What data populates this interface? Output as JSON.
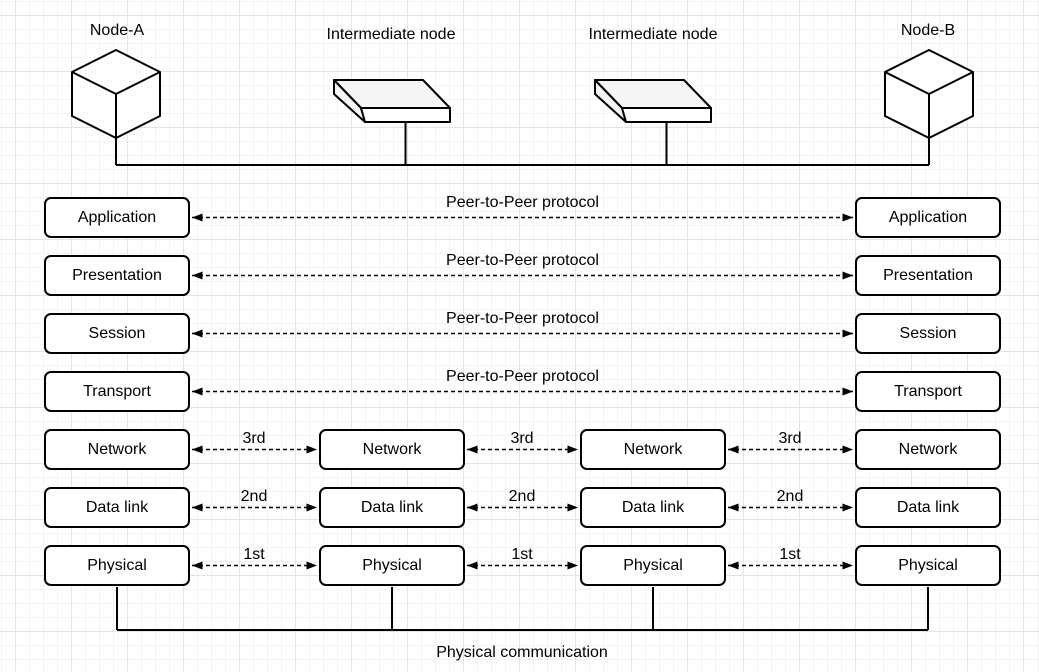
{
  "nodes": {
    "node_a": "Node-A",
    "intermediate_1": "Intermediate node",
    "intermediate_2": "Intermediate node",
    "node_b": "Node-B"
  },
  "layers": {
    "application": "Application",
    "presentation": "Presentation",
    "session": "Session",
    "transport": "Transport",
    "network": "Network",
    "data_link": "Data link",
    "physical": "Physical"
  },
  "labels": {
    "peer_protocol": "Peer-to-Peer protocol",
    "hop_3rd": "3rd",
    "hop_2nd": "2nd",
    "hop_1st": "1st",
    "physical_communication": "Physical communication"
  },
  "colors": {
    "stroke": "#000000",
    "box_fill": "#ffffff",
    "slab_fill": "#f5f5f5",
    "grid_minor": "#f4f4f4",
    "grid_major": "#e4e4e4",
    "background": "#ffffff"
  }
}
